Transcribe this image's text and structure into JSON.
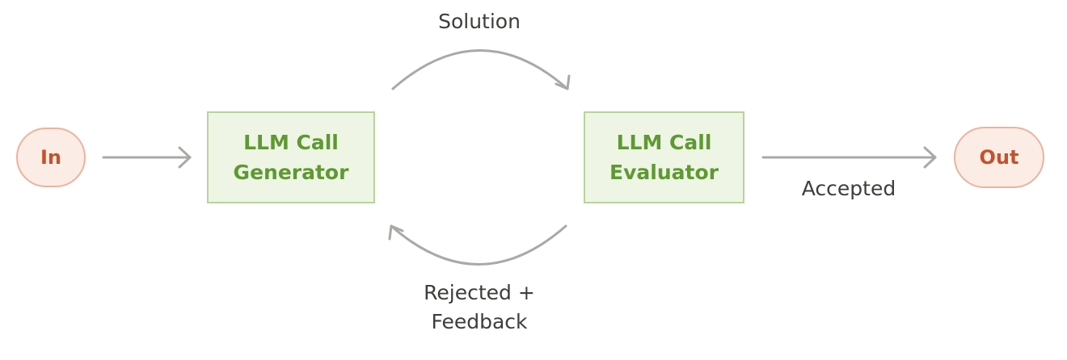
{
  "colors": {
    "terminal_fill": "#fbece5",
    "terminal_border": "#ecb39c",
    "terminal_text": "#c5512b",
    "box_fill": "#eef5e4",
    "box_border": "#b6d39d",
    "box_text": "#5e9932",
    "arrow": "#a9a9a5"
  },
  "nodes": {
    "in": {
      "label": "In"
    },
    "generator": {
      "line1": "LLM Call",
      "line2": "Generator"
    },
    "evaluator": {
      "line1": "LLM Call",
      "line2": "Evaluator"
    },
    "out": {
      "label": "Out"
    }
  },
  "edges": {
    "solution": {
      "label": "Solution"
    },
    "feedback": {
      "line1": "Rejected +",
      "line2": "Feedback"
    },
    "accepted": {
      "label": "Accepted"
    }
  }
}
